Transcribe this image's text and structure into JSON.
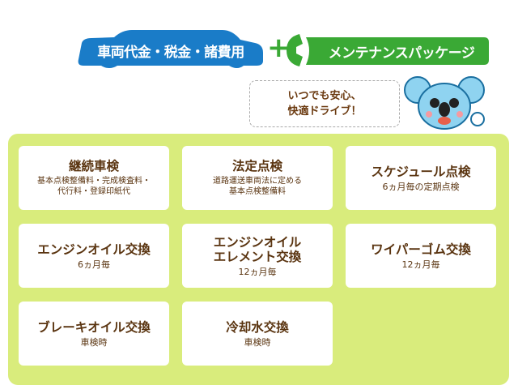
{
  "header": {
    "car_label": "車両代金・税金・諸費用",
    "plus": "+",
    "package_label": "メンテナンスパッケージ"
  },
  "bubble": {
    "line1": "いつでも安心、",
    "line2": "快適ドライブ！"
  },
  "colors": {
    "blue": "#1a7cc8",
    "green": "#3aa935",
    "panel": "#d9ec7c",
    "text": "#5a3410"
  },
  "cards": [
    {
      "title": "継続車検",
      "sub1": "基本点検整備料・完成検査料・",
      "sub2": "代行料・登録印紙代"
    },
    {
      "title": "法定点検",
      "sub1": "道路運送車両法に定める",
      "sub2": "基本点検整備料"
    },
    {
      "title": "スケジュール点検",
      "sub1": "6ヵ月毎の定期点検"
    },
    {
      "title": "エンジンオイル交換",
      "sub1": "6ヵ月毎"
    },
    {
      "title": "エンジンオイル",
      "title2": "エレメント交換",
      "sub1": "12ヵ月毎"
    },
    {
      "title": "ワイパーゴム交換",
      "sub1": "12ヵ月毎"
    },
    {
      "title": "ブレーキオイル交換",
      "sub1": "車検時"
    },
    {
      "title": "冷却水交換",
      "sub1": "車検時"
    }
  ]
}
